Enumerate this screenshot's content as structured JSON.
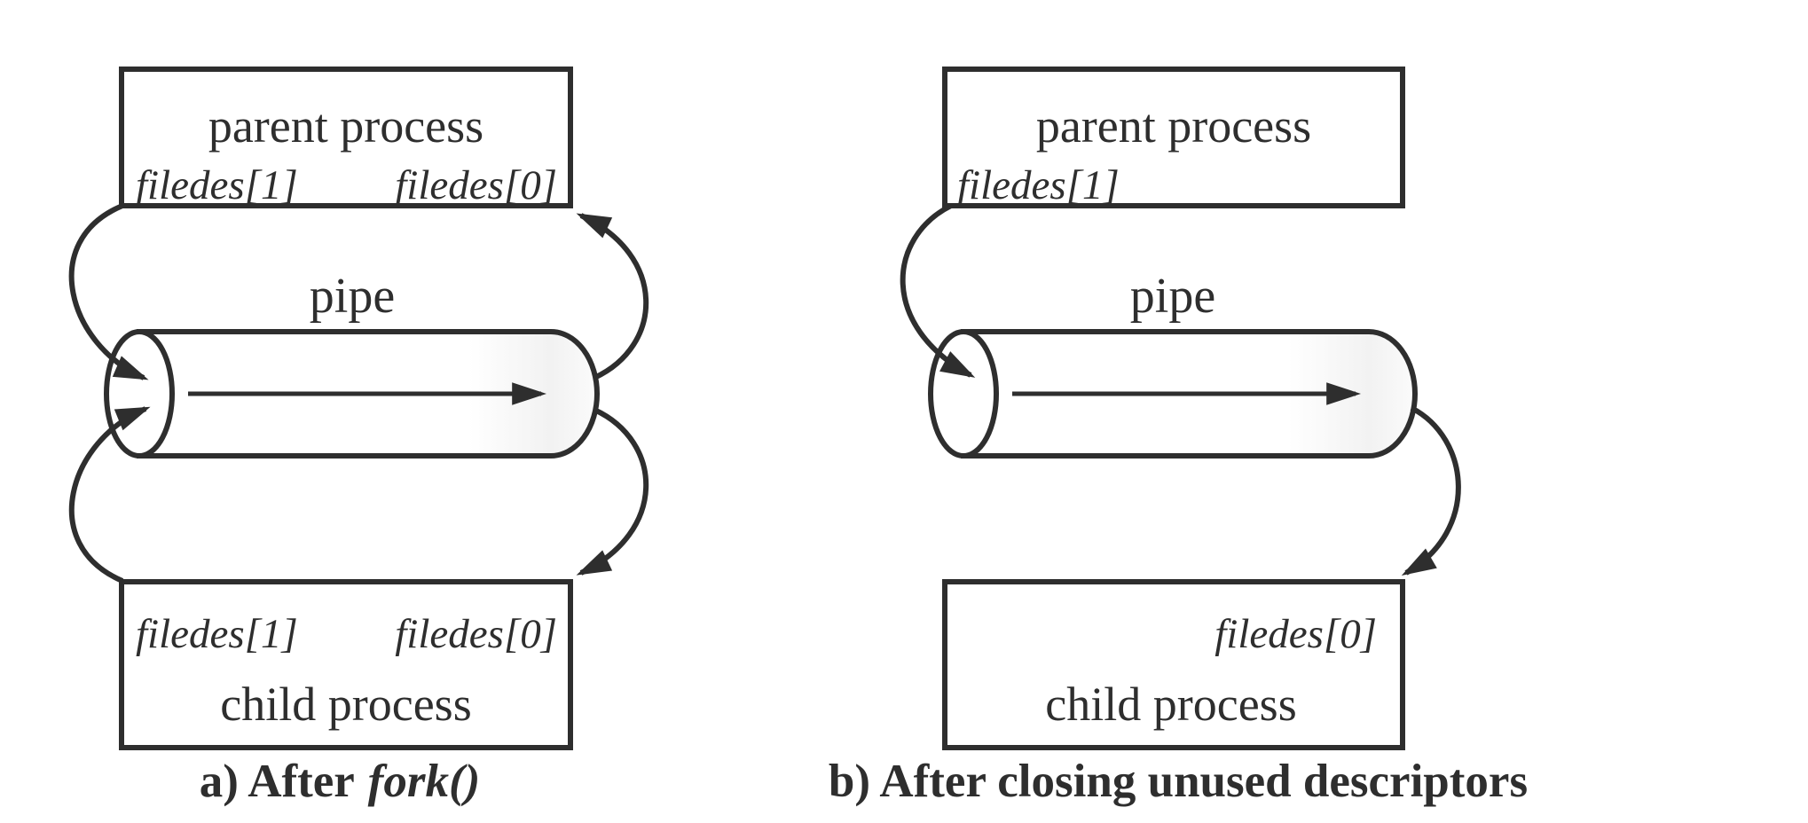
{
  "colors": {
    "background": "#ffffff",
    "stroke": "#2e2e2e",
    "text": "#2e2e2e"
  },
  "diagram_a": {
    "parent_box": {
      "title": "parent process",
      "fd_write": "filedes[1]",
      "fd_read": "filedes[0]"
    },
    "pipe_label": "pipe",
    "child_box": {
      "fd_write": "filedes[1]",
      "fd_read": "filedes[0]",
      "title": "child process"
    },
    "caption": {
      "prefix": "a) After",
      "italic": "fork()"
    }
  },
  "diagram_b": {
    "parent_box": {
      "title": "parent process",
      "fd_write": "filedes[1]"
    },
    "pipe_label": "pipe",
    "child_box": {
      "fd_read": "filedes[0]",
      "title": "child process"
    },
    "caption": {
      "text": "b) After closing unused descriptors"
    }
  }
}
